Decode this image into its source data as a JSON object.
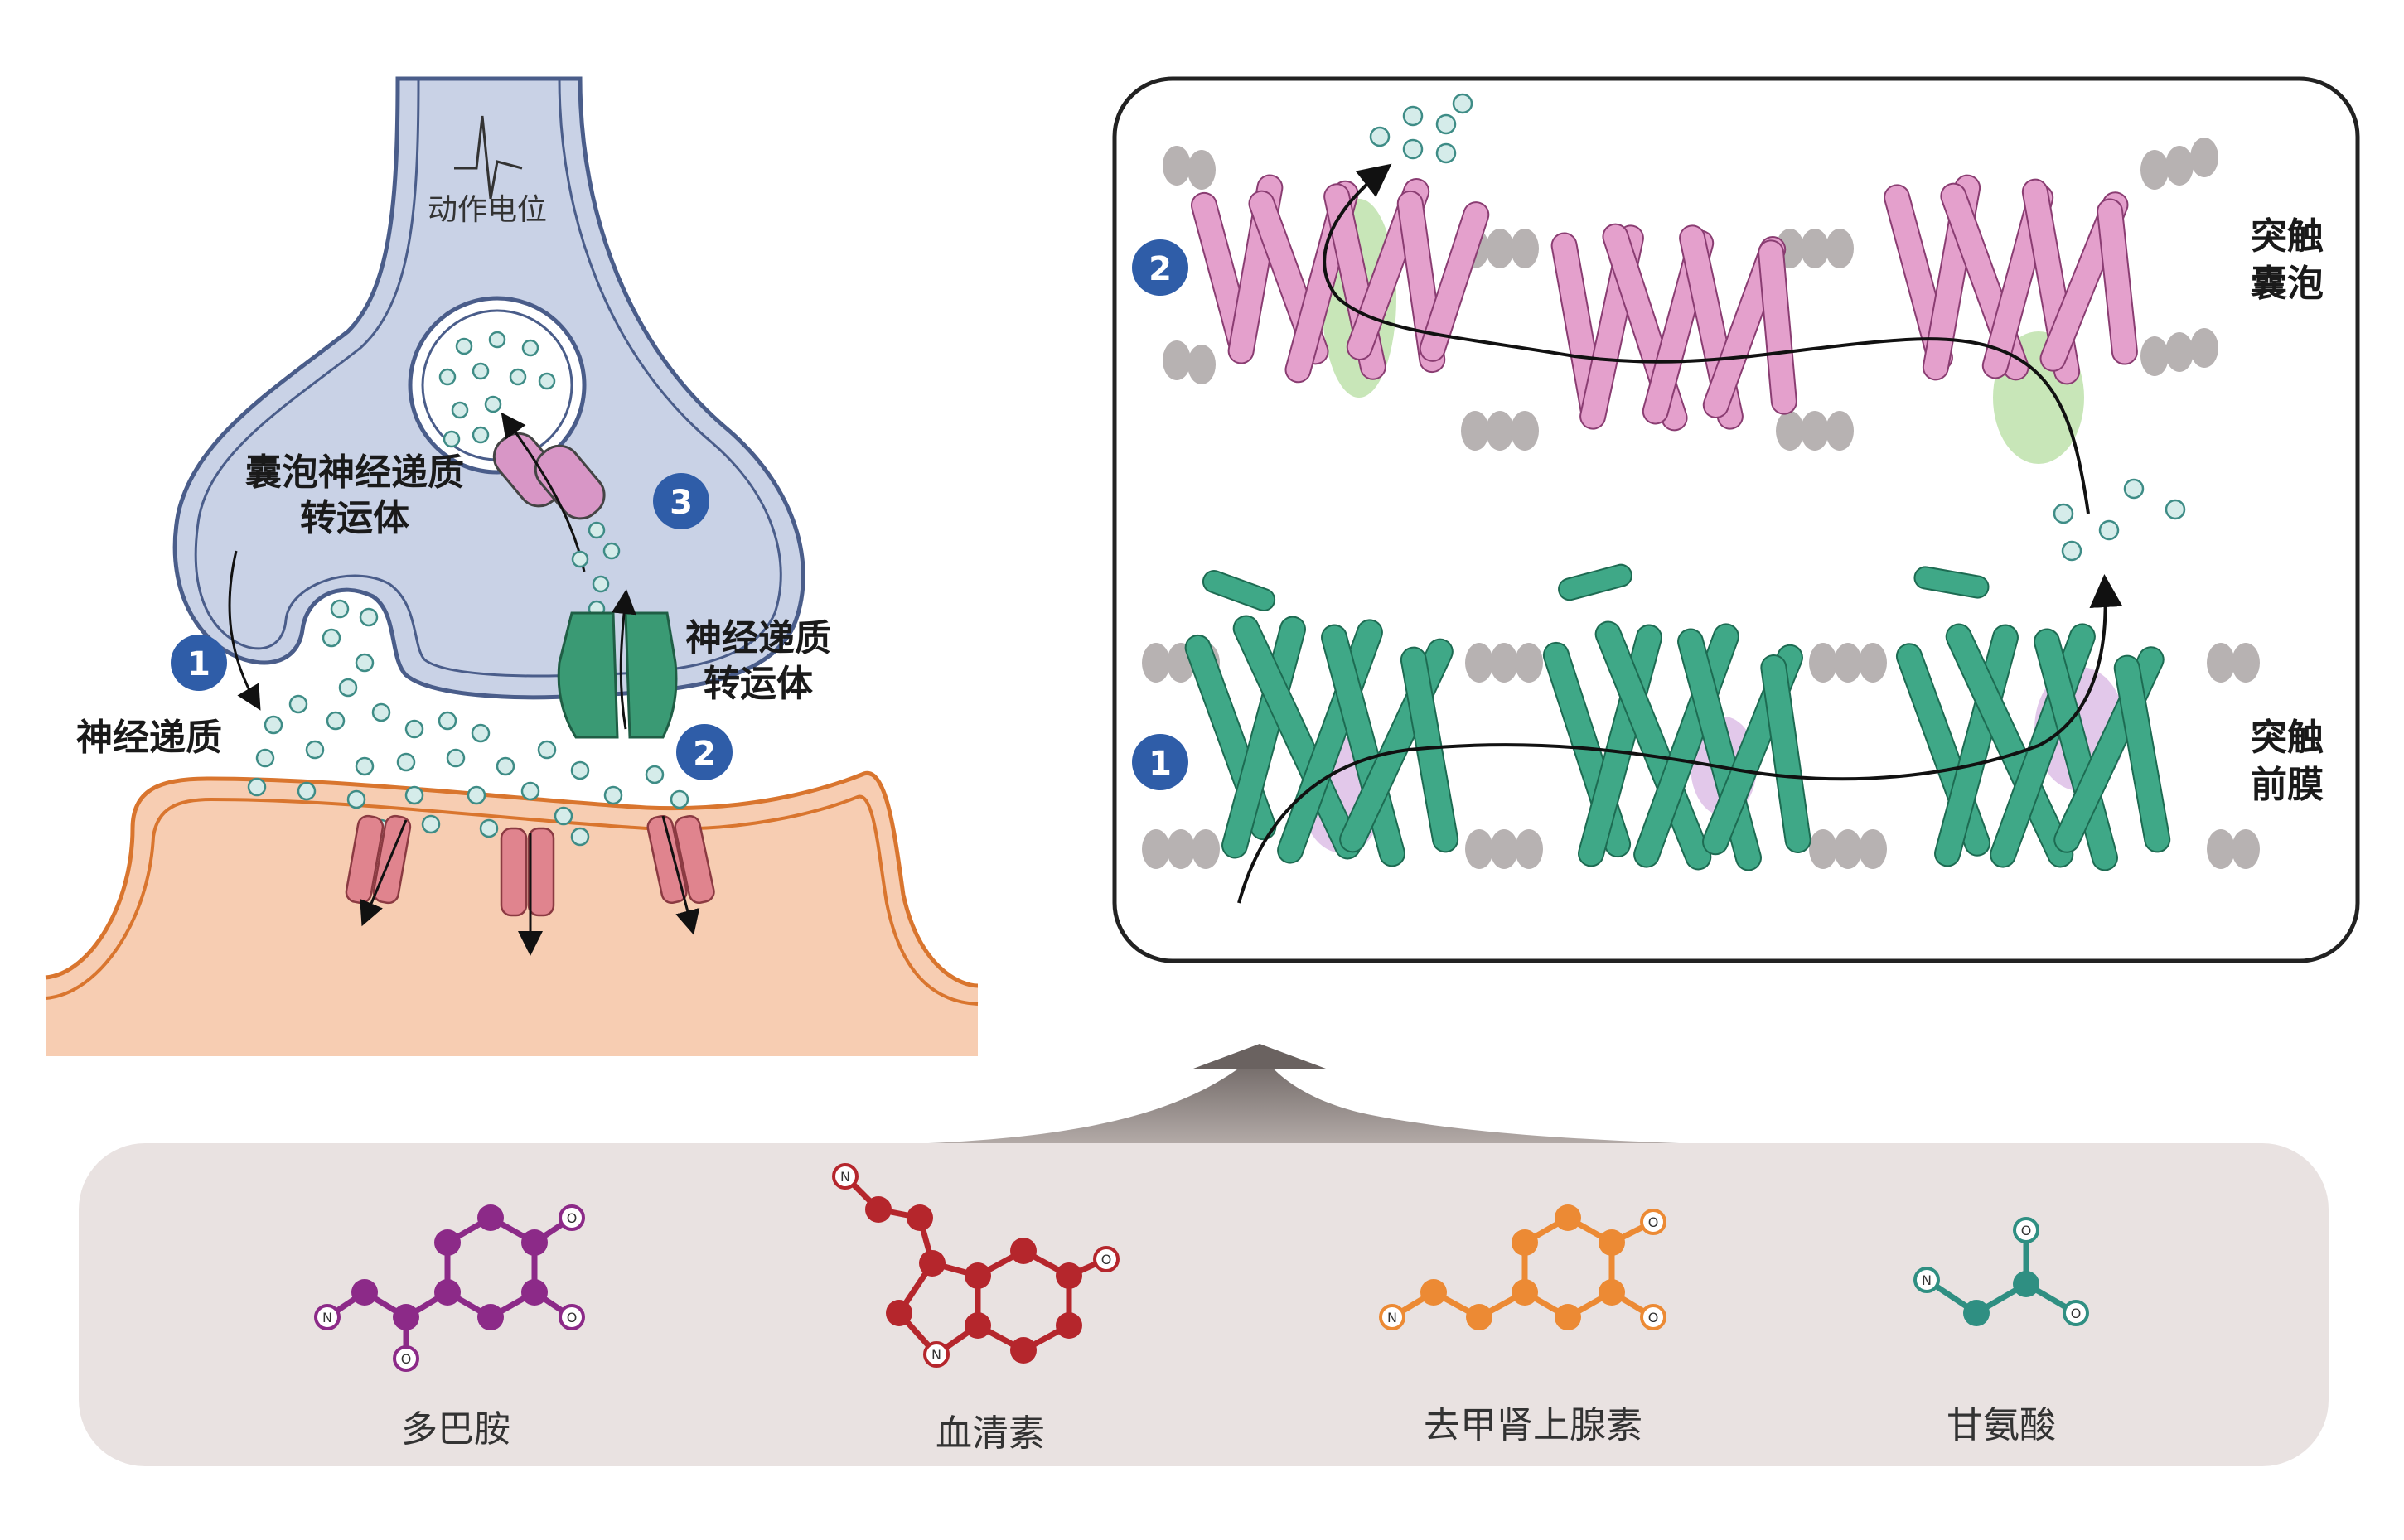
{
  "colors": {
    "neuron_fill": "#c9d2e6",
    "neuron_stroke": "#4a5d8a",
    "post_fill": "#f7cdb2",
    "post_stroke": "#d9752e",
    "vesicle_transporter": "#d896c6",
    "plasma_transporter": "#3a9a74",
    "receptor": "#e0848e",
    "badge": "#2f5da8",
    "panel_border": "#222222",
    "bottom_bg": "#e9e2e1",
    "dopamine": "#8c2a88",
    "serotonin": "#b5262c",
    "norepinephrine": "#ec8a34",
    "glycine": "#2f8f82"
  },
  "synapse": {
    "action_potential_label": "动作电位",
    "vesicle_transporter_label_1": "囊泡神经递质",
    "vesicle_transporter_label_2": "转运体",
    "plasma_transporter_label_1": "神经递质",
    "plasma_transporter_label_2": "转运体",
    "neurotransmitter_label": "神经递质",
    "step_1": "1",
    "step_2": "2",
    "step_3": "3"
  },
  "structure_panel": {
    "vesicle_label_1": "突触",
    "vesicle_label_2": "囊泡",
    "presynaptic_label_1": "突触",
    "presynaptic_label_2": "前膜",
    "badge_vesicle": "2",
    "badge_presynaptic": "1"
  },
  "molecules": [
    {
      "name": "多巴胺"
    },
    {
      "name": "血清素"
    },
    {
      "name": "去甲肾上腺素"
    },
    {
      "name": "甘氨酸"
    }
  ],
  "atom_labels": {
    "nitrogen": "N",
    "oxygen": "O"
  }
}
